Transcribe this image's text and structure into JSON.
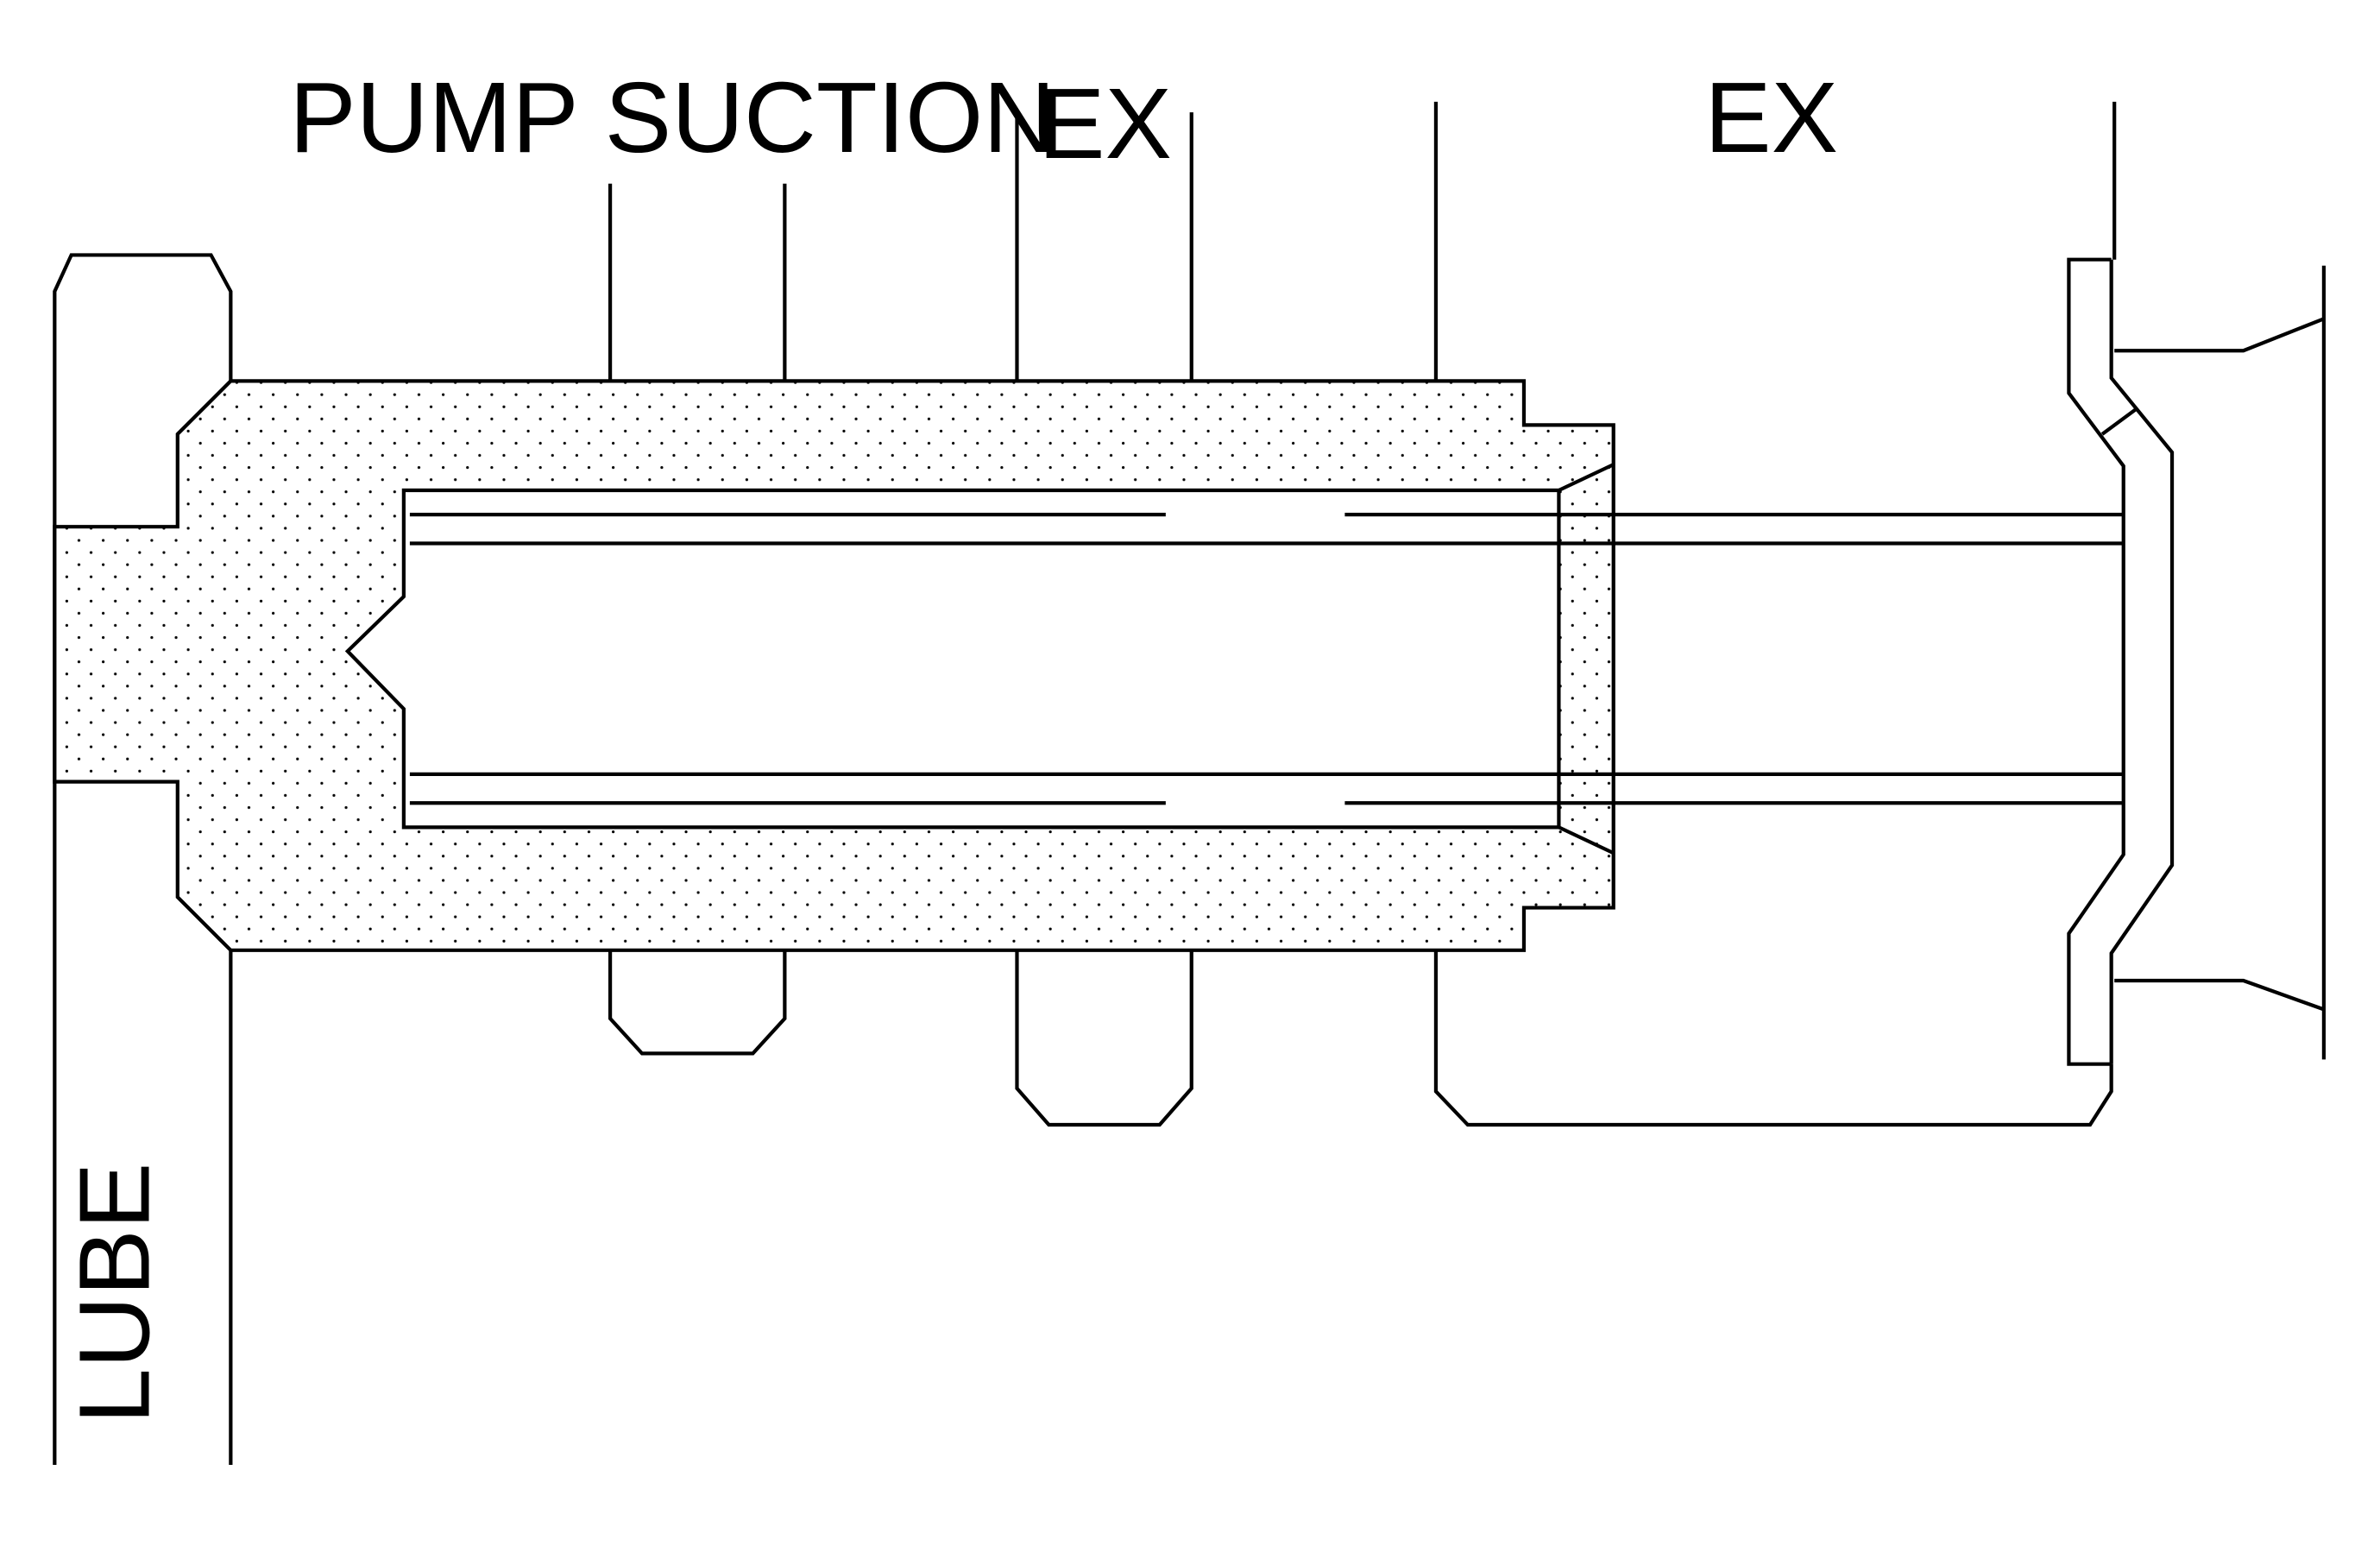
{
  "labels": {
    "pump_suction": "PUMP SUCTION",
    "exhaust_1": "EX",
    "exhaust_2": "EX",
    "lube": "LUBE"
  },
  "colors": {
    "line": "#000000",
    "background": "#ffffff"
  }
}
